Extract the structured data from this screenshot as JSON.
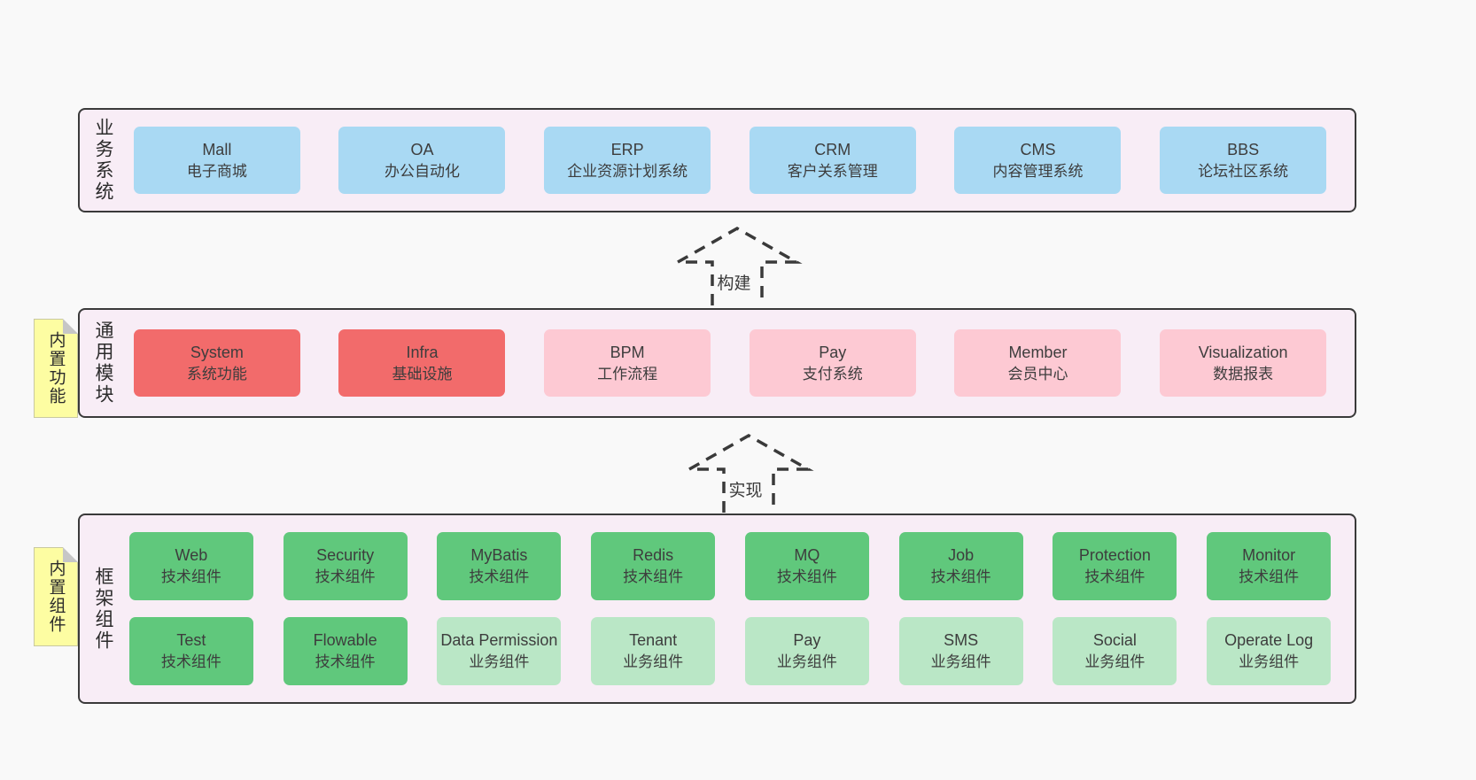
{
  "colors": {
    "page_bg": "#f9f9f9",
    "section_bg": "#f8edf6",
    "section_border": "#3a3a3a",
    "blue": "#a9d9f3",
    "red": "#f26b6b",
    "pink": "#fdc9d3",
    "green_dark": "#60c87c",
    "green_light": "#bae7c6",
    "sticky_yellow": "#fdfda2"
  },
  "arrows": {
    "build": "构建",
    "implement": "实现"
  },
  "sections": {
    "business": {
      "label": "业务系统",
      "items": [
        {
          "name": "Mall",
          "subtitle": "电子商城"
        },
        {
          "name": "OA",
          "subtitle": "办公自动化"
        },
        {
          "name": "ERP",
          "subtitle": "企业资源计划系统"
        },
        {
          "name": "CRM",
          "subtitle": "客户关系管理"
        },
        {
          "name": "CMS",
          "subtitle": "内容管理系统"
        },
        {
          "name": "BBS",
          "subtitle": "论坛社区系统"
        }
      ]
    },
    "modules": {
      "label": "通用模块",
      "sticky": "内置功能",
      "items": [
        {
          "name": "System",
          "subtitle": "系统功能"
        },
        {
          "name": "Infra",
          "subtitle": "基础设施"
        },
        {
          "name": "BPM",
          "subtitle": "工作流程"
        },
        {
          "name": "Pay",
          "subtitle": "支付系统"
        },
        {
          "name": "Member",
          "subtitle": "会员中心"
        },
        {
          "name": "Visualization",
          "subtitle": "数据报表"
        }
      ]
    },
    "components": {
      "label": "框架组件",
      "sticky": "内置组件",
      "row1": [
        {
          "name": "Web",
          "subtitle": "技术组件"
        },
        {
          "name": "Security",
          "subtitle": "技术组件"
        },
        {
          "name": "MyBatis",
          "subtitle": "技术组件"
        },
        {
          "name": "Redis",
          "subtitle": "技术组件"
        },
        {
          "name": "MQ",
          "subtitle": "技术组件"
        },
        {
          "name": "Job",
          "subtitle": "技术组件"
        },
        {
          "name": "Protection",
          "subtitle": "技术组件"
        },
        {
          "name": "Monitor",
          "subtitle": "技术组件"
        }
      ],
      "row2": [
        {
          "name": "Test",
          "subtitle": "技术组件"
        },
        {
          "name": "Flowable",
          "subtitle": "技术组件"
        },
        {
          "name": "Data Permission",
          "subtitle": "业务组件"
        },
        {
          "name": "Tenant",
          "subtitle": "业务组件"
        },
        {
          "name": "Pay",
          "subtitle": "业务组件"
        },
        {
          "name": "SMS",
          "subtitle": "业务组件"
        },
        {
          "name": "Social",
          "subtitle": "业务组件"
        },
        {
          "name": "Operate Log",
          "subtitle": "业务组件"
        }
      ]
    }
  }
}
